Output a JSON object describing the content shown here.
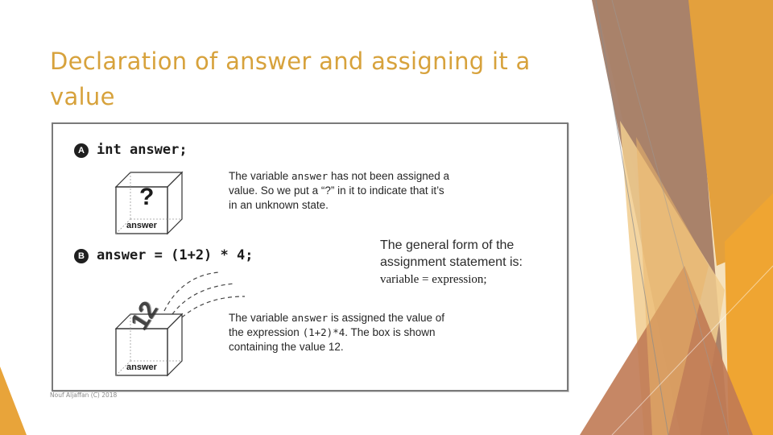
{
  "slide": {
    "title": "Declaration of answer and assigning it a value",
    "footer": "Nouf Aljaffan (C) 2018",
    "colors": {
      "title": "#d7a23c",
      "accent_orange": "#e8a43a",
      "accent_brown": "#a0735a",
      "accent_light": "#f3d8a6"
    }
  },
  "figure": {
    "step_a": {
      "badge": "A",
      "code_int": "int",
      "code_answer": "answer;",
      "desc_line1_pre": "The variable ",
      "desc_line1_var": "answer",
      "desc_line1_post": " has not been assigned a",
      "desc_line2": "value.  So we put a “?” in it to indicate that it’s",
      "desc_line3": "in an unknown state.",
      "box_symbol": "?",
      "box_label": "answer"
    },
    "step_b": {
      "badge": "B",
      "code": "answer = (1+2) * 4;",
      "desc_line1_pre": "The variable ",
      "desc_line1_var": "answer",
      "desc_line1_post": " is assigned the value of",
      "desc_line2_pre": "the expression ",
      "desc_line2_var": "(1+2)*4",
      "desc_line2_post": ".  The box is shown",
      "desc_line3": "containing the value 12.",
      "flying_value": "12",
      "box_label": "answer"
    }
  },
  "callout": {
    "line1": "The general form of the",
    "line2": "assignment statement is:",
    "form": "variable = expression;"
  }
}
